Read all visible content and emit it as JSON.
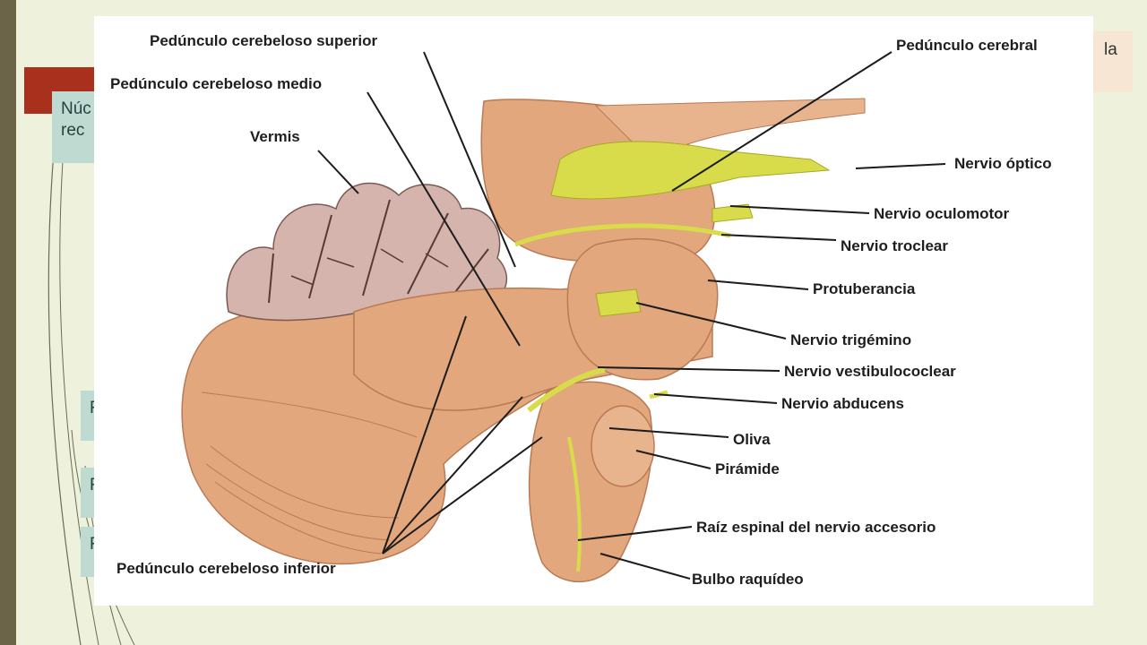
{
  "slide": {
    "background_texts": {
      "top_left": "Núc\nrec",
      "left_2": "F",
      "left_3": "F",
      "left_4": "F",
      "top_right": "la"
    }
  },
  "figure": {
    "labels": {
      "superior_peduncle": "Pedúnculo cerebeloso superior",
      "middle_peduncle": "Pedúnculo cerebeloso medio",
      "vermis": "Vermis",
      "cerebral_peduncle": "Pedúnculo cerebral",
      "optic_nerve": "Nervio óptico",
      "oculomotor_nerve": "Nervio oculomotor",
      "trochlear_nerve": "Nervio troclear",
      "pons": "Protuberancia",
      "trigeminal_nerve": "Nervio trigémino",
      "vestibulocochlear_nerve": "Nervio vestibulococlear",
      "abducens_nerve": "Nervio abducens",
      "olive": "Oliva",
      "pyramid": "Pirámide",
      "accessory_root": "Raíz espinal del nervio accesorio",
      "medulla": "Bulbo raquídeo",
      "inferior_peduncle": "Pedúnculo cerebeloso inferior"
    },
    "colors": {
      "tissue": "#e2a77c",
      "tissue_dark": "#c98560",
      "nerve": "#d8dc4a",
      "vermis": "#d4b4ad",
      "background": "#ffffff"
    }
  }
}
